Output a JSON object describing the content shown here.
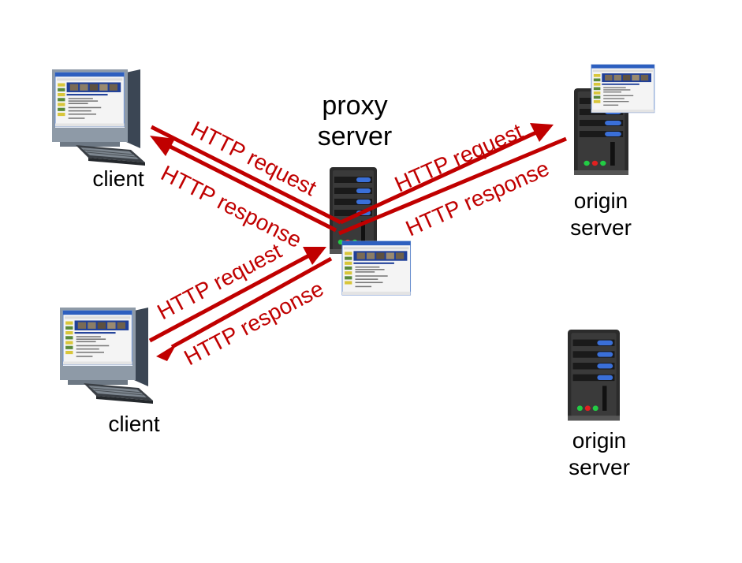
{
  "nodes": {
    "proxy_label": [
      "proxy",
      "server"
    ],
    "client_top_label": "client",
    "client_bottom_label": "client",
    "origin_top_label": [
      "origin",
      "server"
    ],
    "origin_bottom_label": [
      "origin",
      "server"
    ]
  },
  "arrows": {
    "top_left_request": "HTTP request",
    "top_left_response": "HTTP response",
    "top_right_request": "HTTP request",
    "top_right_response": "HTTP response",
    "bottom_left_request": "HTTP request",
    "bottom_left_response": "HTTP response"
  },
  "colors": {
    "arrow": "#c00000",
    "server_body": "#2b2b2b",
    "drive_bay": "#3a6fd8",
    "led_green": "#22cc44",
    "led_red": "#e02020",
    "browser_title": "#1f3f99"
  }
}
